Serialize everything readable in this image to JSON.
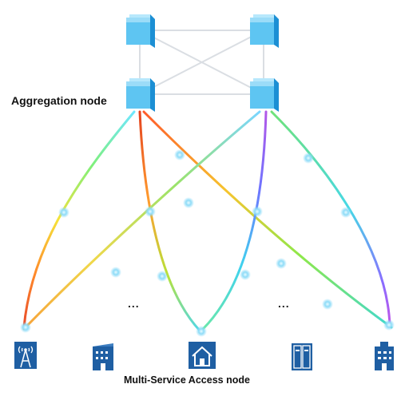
{
  "diagram": {
    "aggregation_label": "Aggregation node",
    "access_label": "Multi-Service Access node",
    "ellipsis": "...",
    "colors": {
      "switch_front": "#5ec5f2",
      "switch_side": "#1c8fd4",
      "switch_top": "#a9e4fb",
      "mesh_line": "#d9dde2",
      "node_dot": "#8fdcf8",
      "device_blue": "#1f5fa3"
    },
    "switches": [
      "switch-top-left",
      "switch-top-right",
      "switch-bottom-left",
      "switch-bottom-right"
    ],
    "access_devices": [
      "tower-icon",
      "building-icon",
      "house-icon",
      "cabinet-icon",
      "office-building-icon"
    ]
  }
}
